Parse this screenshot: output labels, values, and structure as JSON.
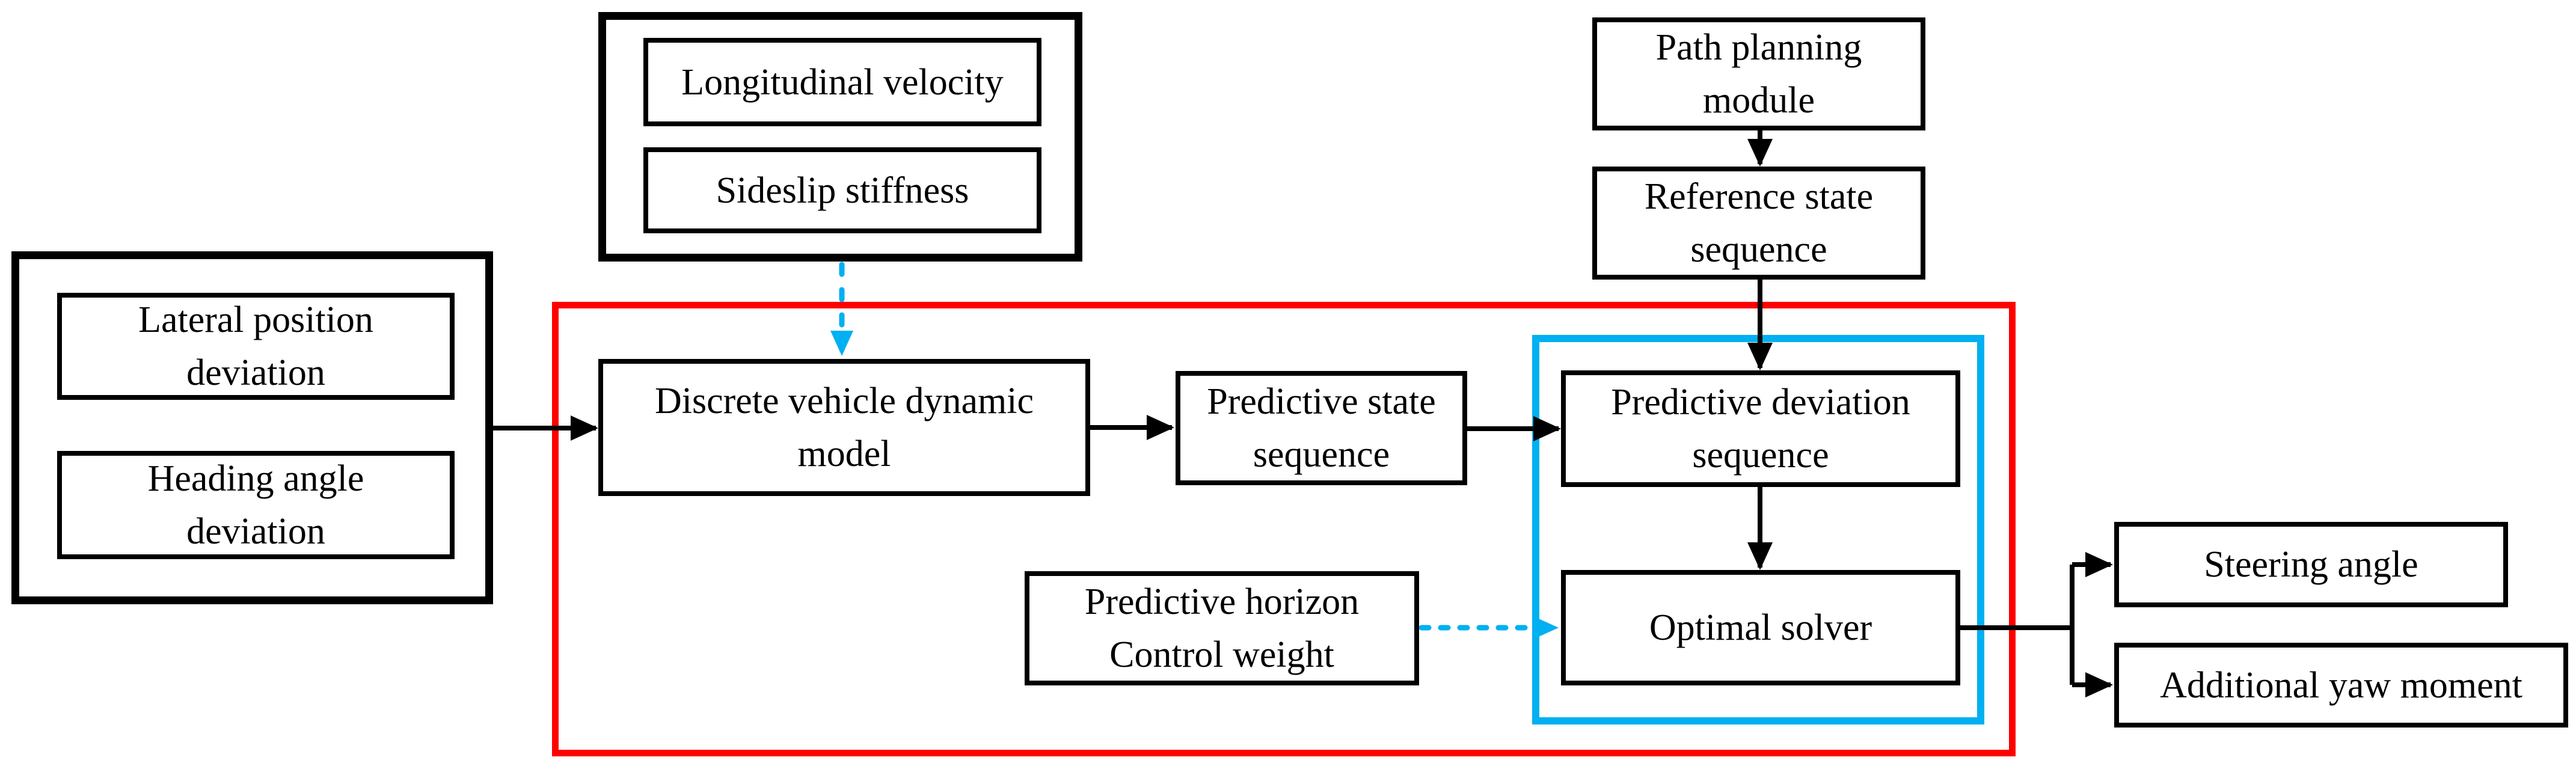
{
  "diagram": {
    "type": "block-diagram",
    "subject": "Model predictive path-tracking controller structure"
  },
  "colors": {
    "controller_frame": "#ff0000",
    "inner_frame": "#00b0f0",
    "line": "#000000",
    "background": "#ffffff"
  },
  "boxes": {
    "longitudinal_velocity": {
      "lines": [
        "Longitudinal velocity"
      ]
    },
    "sideslip_stiffness": {
      "lines": [
        "Sideslip stiffness"
      ]
    },
    "path_planning_module": {
      "lines": [
        "Path planning",
        "module"
      ]
    },
    "reference_state_sequence": {
      "lines": [
        "Reference state",
        "sequence"
      ]
    },
    "lateral_position_deviation": {
      "lines": [
        "Lateral position",
        "deviation"
      ]
    },
    "heading_angle_deviation": {
      "lines": [
        "Heading angle",
        "deviation"
      ]
    },
    "discrete_vehicle_dynamic_model": {
      "lines": [
        "Discrete vehicle dynamic",
        "model"
      ]
    },
    "predictive_state_sequence": {
      "lines": [
        "Predictive state",
        "sequence"
      ]
    },
    "predictive_deviation_sequence": {
      "lines": [
        "Predictive deviation",
        "sequence"
      ]
    },
    "optimal_solver": {
      "lines": [
        "Optimal solver"
      ]
    },
    "predictive_horizon_control_weight": {
      "lines": [
        "Predictive horizon",
        "Control weight"
      ]
    },
    "steering_angle": {
      "lines": [
        "Steering angle"
      ]
    },
    "additional_yaw_moment": {
      "lines": [
        "Additional yaw moment"
      ]
    }
  }
}
